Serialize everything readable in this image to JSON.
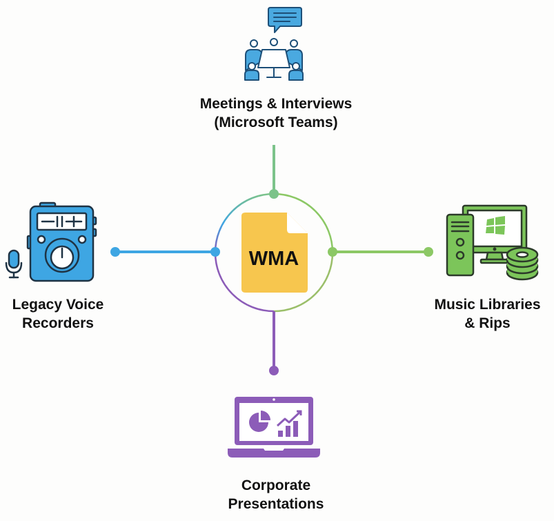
{
  "center": {
    "file_label": "WMA",
    "icon": "document-file-icon",
    "colors": {
      "file_fill": "#f7c64e",
      "file_fold": "#ffffff",
      "text": "#111111"
    }
  },
  "nodes": [
    {
      "id": "top",
      "label_lines": [
        "Meetings & Interviews",
        "(Microsoft Teams)"
      ],
      "icon": "meeting-conference-icon",
      "color": "#7cc38a",
      "icon_color": "#3f9ee0"
    },
    {
      "id": "left",
      "label_lines": [
        "Legacy Voice",
        "Recorders"
      ],
      "icon": "voice-recorder-icon",
      "color": "#3ea6e3",
      "icon_color": "#3ea6e3"
    },
    {
      "id": "right",
      "label_lines": [
        "Music Libraries",
        "& Rips"
      ],
      "icon": "desktop-computer-discs-icon",
      "color": "#8cc865",
      "icon_color": "#7cc55a"
    },
    {
      "id": "bottom",
      "label_lines": [
        "Corporate",
        "Presentations"
      ],
      "icon": "laptop-charts-icon",
      "color": "#8c5cb8",
      "icon_color": "#8c5cb8"
    }
  ]
}
